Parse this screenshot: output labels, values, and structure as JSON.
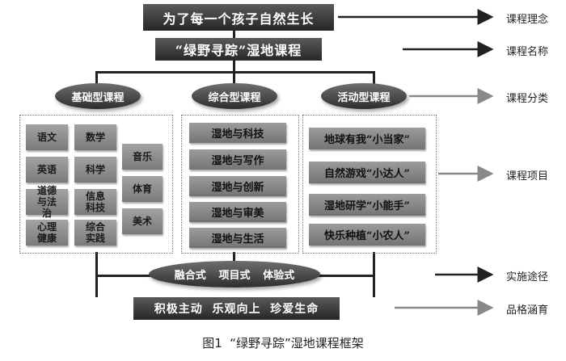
{
  "title_bar": "为了每一个孩子自然生长",
  "course_name": "“绿野寻踪”湿地课程",
  "categories": [
    "基础型课程",
    "综合型课程",
    "活动型课程"
  ],
  "basic_subjects": {
    "col1": [
      "语文",
      "英语",
      "道德与法治",
      "心理健康"
    ],
    "col2": [
      "数学",
      "科学",
      "信息科技",
      "综合实践"
    ],
    "col3": [
      "音乐",
      "体育",
      "美术"
    ]
  },
  "comprehensive_items": [
    "湿地与科技",
    "湿地与写作",
    "湿地与创新",
    "湿地与审美",
    "湿地与生活"
  ],
  "activity_items": [
    "地球有我“小当家”",
    "自然游戏“小达人”",
    "湿地研学“小能手”",
    "快乐种植“小农人”"
  ],
  "methods": [
    "融合式",
    "项目式",
    "体验式"
  ],
  "character_bar": "积极主动  乐观向上  珍爱生命",
  "right_labels": {
    "philosophy": "课程理念",
    "name": "课程名称",
    "category": "课程分类",
    "project": "课程项目",
    "approach": "实施途径",
    "character": "品格涵育"
  },
  "caption": "图1  “绿野寻踪”湿地课程框架",
  "colors": {
    "dark": "#2e2e2e",
    "box": "#8a8a8a",
    "line": "#222222",
    "arrow_light": "#888888"
  }
}
